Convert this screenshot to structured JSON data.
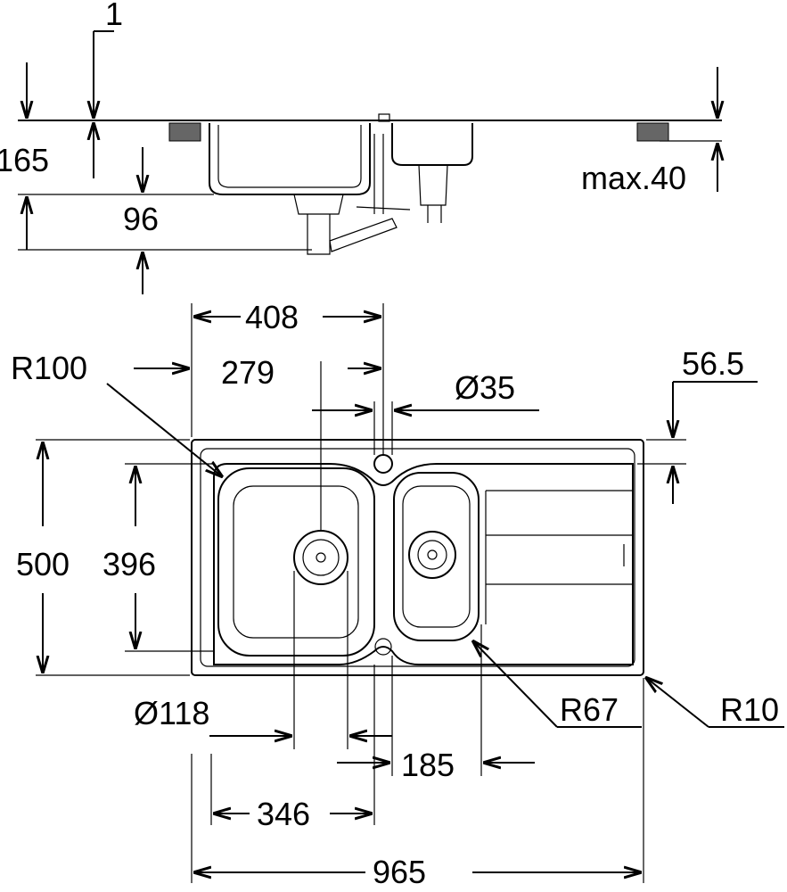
{
  "title": "Sink dimension drawing",
  "side_view": {
    "thickness": "1",
    "height": "165",
    "bowl_depth": "96",
    "max_worktop": "max.40"
  },
  "plan_view": {
    "dist_408": "408",
    "dist_279": "279",
    "tap_hole": "Ø35",
    "offset": "56.5",
    "radius_bowl": "R100",
    "depth": "500",
    "bowl_depth": "396",
    "drain": "Ø118",
    "radius_small": "R67",
    "radius_corner": "R10",
    "small_bowl": "185",
    "large_bowl": "346",
    "width": "965"
  }
}
